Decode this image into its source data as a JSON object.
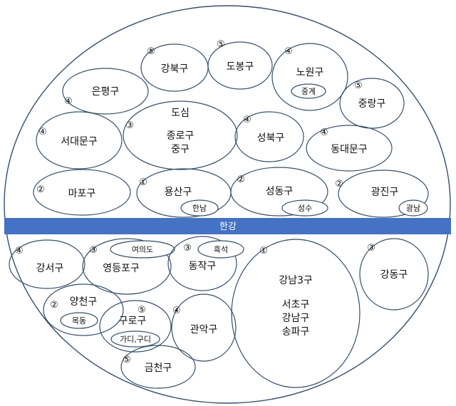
{
  "river": {
    "label": "한강"
  },
  "north": [
    {
      "label": "은평구",
      "grade": "④"
    },
    {
      "label": "강북구",
      "grade": "⑤"
    },
    {
      "label": "도봉구",
      "grade": "⑤"
    },
    {
      "label": "노원구",
      "grade": "④",
      "sub": "중계"
    },
    {
      "label": "중랑구",
      "grade": "⑤"
    },
    {
      "label": "서대문구",
      "grade": "④"
    },
    {
      "lines": [
        "도심",
        "종로구",
        "중구"
      ],
      "grade": "③"
    },
    {
      "label": "성북구",
      "grade": "④"
    },
    {
      "label": "동대문구",
      "grade": "④"
    },
    {
      "label": "마포구",
      "grade": "②"
    },
    {
      "label": "용산구",
      "grade": "①",
      "sub": "한남"
    },
    {
      "label": "성동구",
      "grade": "②",
      "sub": "성수"
    },
    {
      "label": "광진구",
      "grade": "②",
      "sub": "광남"
    }
  ],
  "south": [
    {
      "label": "강서구",
      "grade": "④"
    },
    {
      "label": "영등포구",
      "grade": "③",
      "sub": "여의도"
    },
    {
      "label": "동작구",
      "grade": "③",
      "sub": "흑석"
    },
    {
      "lines": [
        "강남3구",
        "서초구",
        "강남구",
        "송파구"
      ],
      "grade": "①"
    },
    {
      "label": "강동구",
      "grade": "③"
    },
    {
      "label": "양천구",
      "grade": "②",
      "sub": "목동"
    },
    {
      "label": "구로구",
      "grade": "⑤",
      "sub": "가디,구디"
    },
    {
      "label": "관악구",
      "grade": "④"
    },
    {
      "label": "금천구",
      "grade": "⑤"
    }
  ]
}
